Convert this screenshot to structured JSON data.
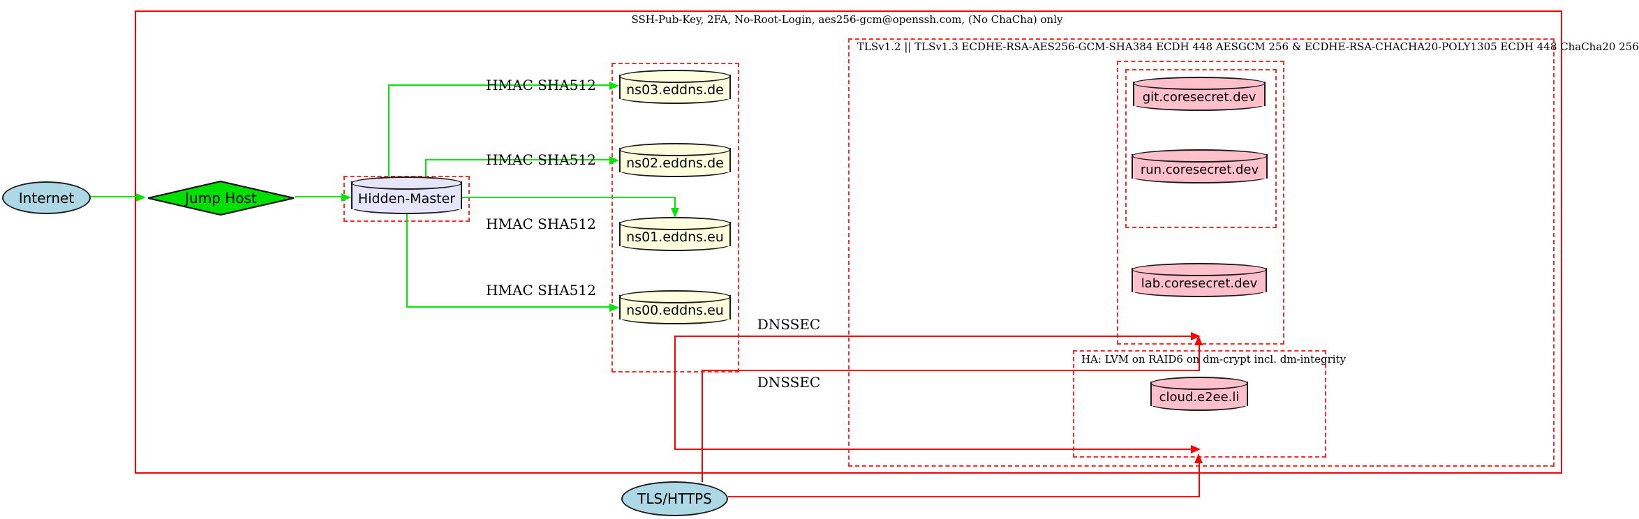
{
  "clusters": {
    "ssh": {
      "label": "SSH-Pub-Key, 2FA, No-Root-Login, aes256-gcm@openssh.com, (No ChaCha) only"
    },
    "tls": {
      "label": "TLSv1.2 || TLSv1.3 ECDHE-RSA-AES256-GCM-SHA384 ECDH 448 AESGCM 256 & ECDHE-RSA-CHACHA20-POLY1305 ECDH 448 ChaCha20 256"
    },
    "ha": {
      "label": "HA: LVM on RAID6 on dm-crypt incl. dm-integrity"
    }
  },
  "nodes": {
    "internet": {
      "label": "Internet",
      "shape": "ellipse"
    },
    "jump_host": {
      "label": "Jump Host",
      "shape": "diamond"
    },
    "hidden_master": {
      "label": "Hidden-Master",
      "shape": "cylinder"
    },
    "ns03": {
      "label": "ns03.eddns.de",
      "shape": "cylinder"
    },
    "ns02": {
      "label": "ns02.eddns.de",
      "shape": "cylinder"
    },
    "ns01": {
      "label": "ns01.eddns.eu",
      "shape": "cylinder"
    },
    "ns00": {
      "label": "ns00.eddns.eu",
      "shape": "cylinder"
    },
    "git": {
      "label": "git.coresecret.dev",
      "shape": "cylinder"
    },
    "run": {
      "label": "run.coresecret.dev",
      "shape": "cylinder"
    },
    "lab": {
      "label": "lab.coresecret.dev",
      "shape": "cylinder"
    },
    "cloud": {
      "label": "cloud.e2ee.li",
      "shape": "cylinder"
    },
    "tls_https": {
      "label": "TLS/HTTPS",
      "shape": "ellipse"
    }
  },
  "edge_labels": {
    "hmac": "HMAC SHA512",
    "dnssec": "DNSSEC"
  },
  "colors": {
    "red": "#ff0000",
    "red_dash": "#fb2b2a",
    "green": "#00e800",
    "diamond_green": "#00e000",
    "node_blue": "#add8e6",
    "node_lavender": "#e6e6fa",
    "node_yellow": "#ffffe0",
    "node_pink": "#ffc0cb"
  }
}
